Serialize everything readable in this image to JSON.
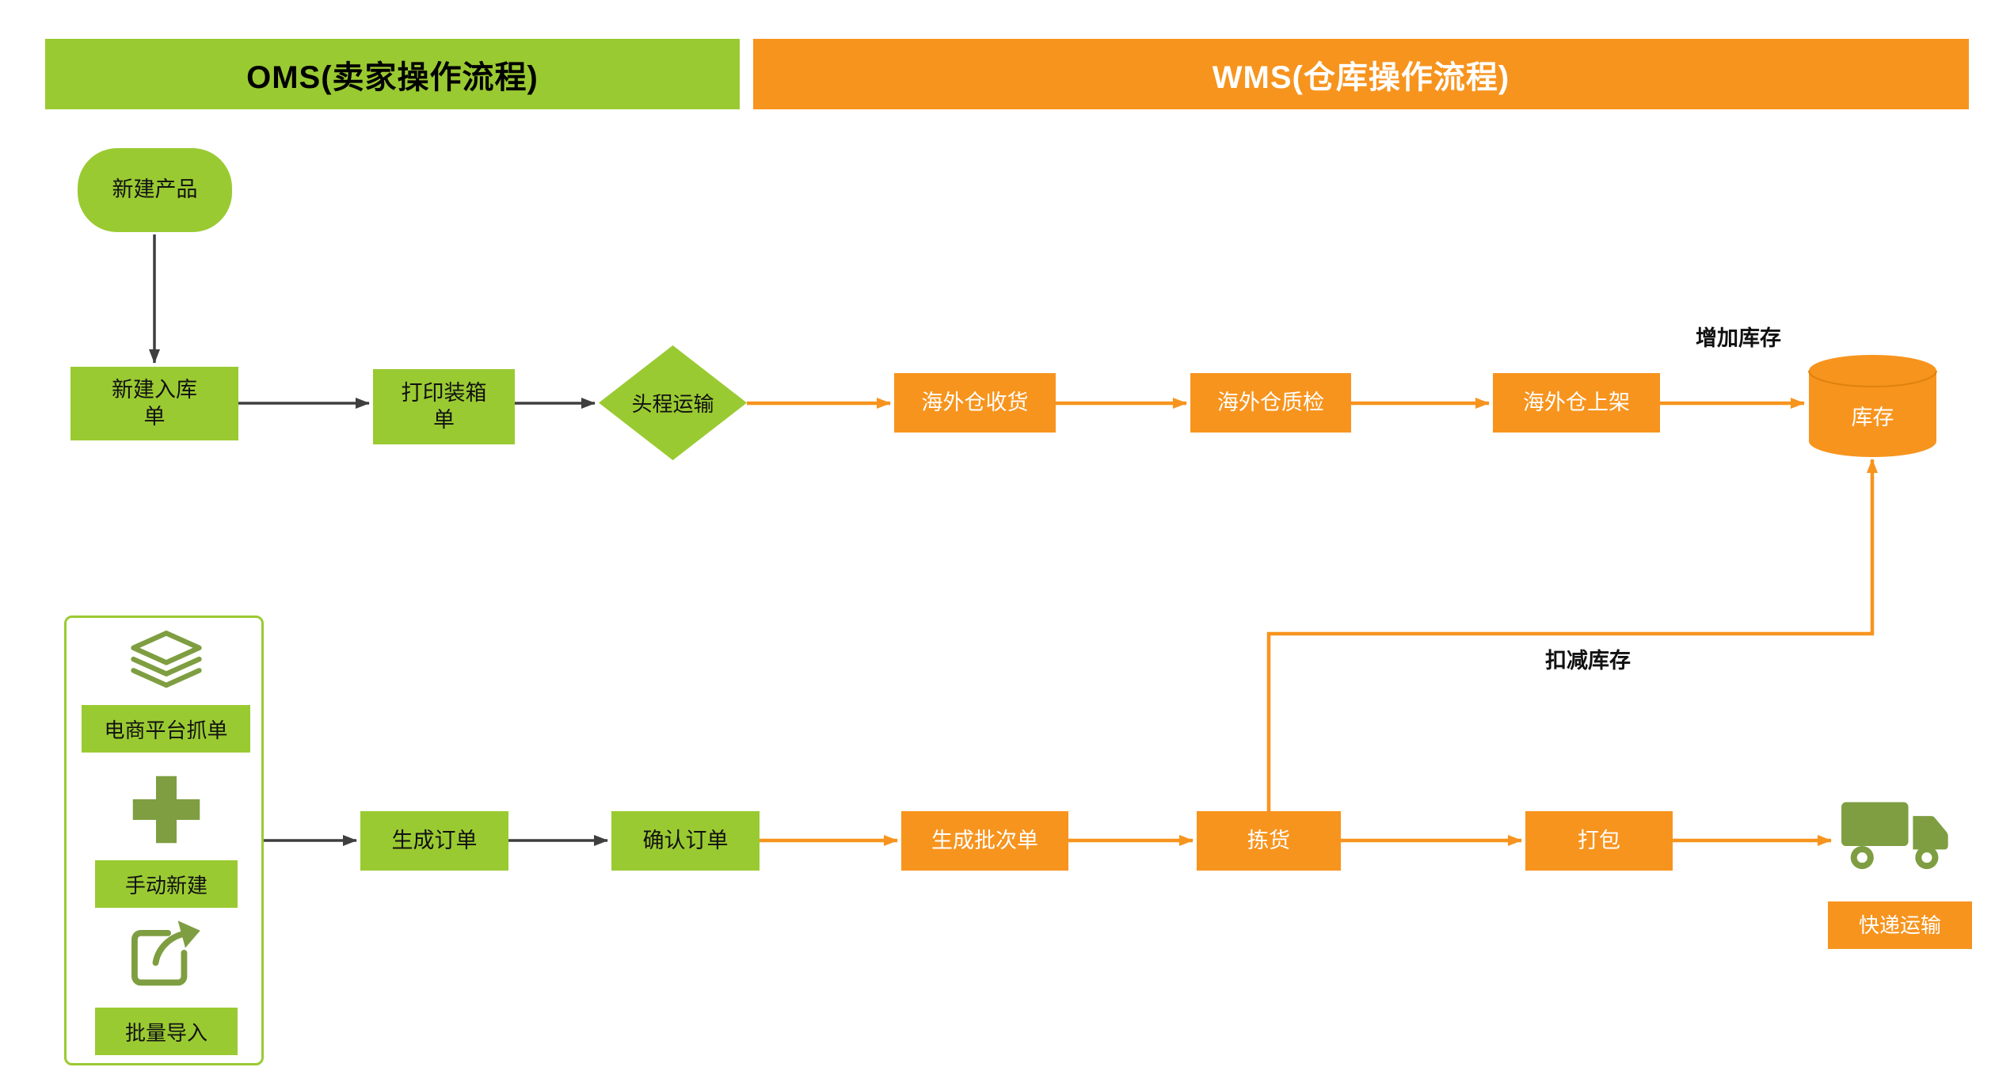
{
  "colors": {
    "green": "#9ACA32",
    "olive": "#7E9E41",
    "orange": "#F7941E",
    "dark": "#3F3F3F"
  },
  "headers": {
    "oms": "OMS(卖家操作流程)",
    "wms": "WMS(仓库操作流程)"
  },
  "oms": {
    "new_product": "新建产品",
    "new_inbound_order": "新建入库单",
    "print_packing_list": "打印装箱单",
    "first_leg_transport": "头程运输",
    "order_sources": {
      "platform_fetch": "电商平台抓单",
      "manual_create": "手动新建",
      "batch_import": "批量导入"
    },
    "generate_order": "生成订单",
    "confirm_order": "确认订单"
  },
  "wms": {
    "overseas_receive": "海外仓收货",
    "overseas_qc": "海外仓质检",
    "overseas_shelve": "海外仓上架",
    "inventory": "库存",
    "generate_batch": "生成批次单",
    "picking": "拣货",
    "packing": "打包",
    "express_transport": "快递运输"
  },
  "labels": {
    "increase_stock": "增加库存",
    "deduct_stock": "扣减库存"
  }
}
